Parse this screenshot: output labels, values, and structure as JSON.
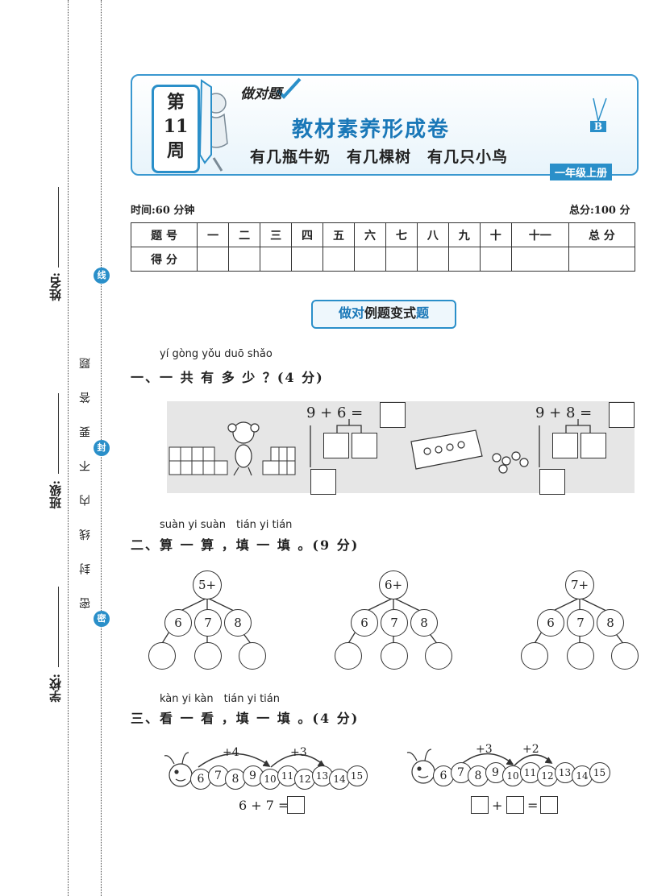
{
  "margin": {
    "name_label": "姓名:",
    "class_label": "班级:",
    "school_label": "学校:",
    "warning": "密 封 线 内 不 要 答 题",
    "seals": [
      "线",
      "封",
      "密"
    ]
  },
  "header": {
    "week_lines": [
      "第",
      "11",
      "周"
    ],
    "brand": "做对题",
    "title": "教材素养形成卷",
    "subtitle": "有几瓶牛奶　有几棵树　有几只小鸟",
    "grade": "一年级上册",
    "version": "B"
  },
  "meta": {
    "time": "时间:60 分钟",
    "total": "总分:100 分"
  },
  "score_table": {
    "row1": [
      "题 号",
      "一",
      "二",
      "三",
      "四",
      "五",
      "六",
      "七",
      "八",
      "九",
      "十",
      "十一",
      "总 分"
    ],
    "row2_label": "得 分"
  },
  "section_banner": {
    "a": "做",
    "b": "对",
    "rest": "例题变式",
    "end": "题"
  },
  "q1": {
    "pinyin": "yí gòng yǒu duō shǎo",
    "title": "一、一 共 有 多 少 ？(4 分)",
    "eq1": "9 + 6 =",
    "eq2": "9 + 8 ="
  },
  "q2": {
    "pinyin": "suàn yi suàn　tián yi tián",
    "title": "二、算 一 算 ，填 一 填 。(9 分)",
    "trees": [
      {
        "top": "5+",
        "nums": [
          "6",
          "7",
          "8"
        ]
      },
      {
        "top": "6+",
        "nums": [
          "6",
          "7",
          "8"
        ]
      },
      {
        "top": "7+",
        "nums": [
          "6",
          "7",
          "8"
        ]
      }
    ]
  },
  "q3": {
    "pinyin": "kàn yi kàn　tián yi tián",
    "title": "三、看 一 看 ，填 一 填 。(4 分)",
    "cat1": {
      "jump1": "+4",
      "jump2": "+3",
      "eq": "6 + 7 ="
    },
    "cat2": {
      "jump1": "+3",
      "jump2": "+2",
      "plus": "+",
      "equals": "="
    },
    "numbers": [
      "6",
      "7",
      "8",
      "9",
      "10",
      "11",
      "12",
      "13",
      "14",
      "15"
    ]
  }
}
